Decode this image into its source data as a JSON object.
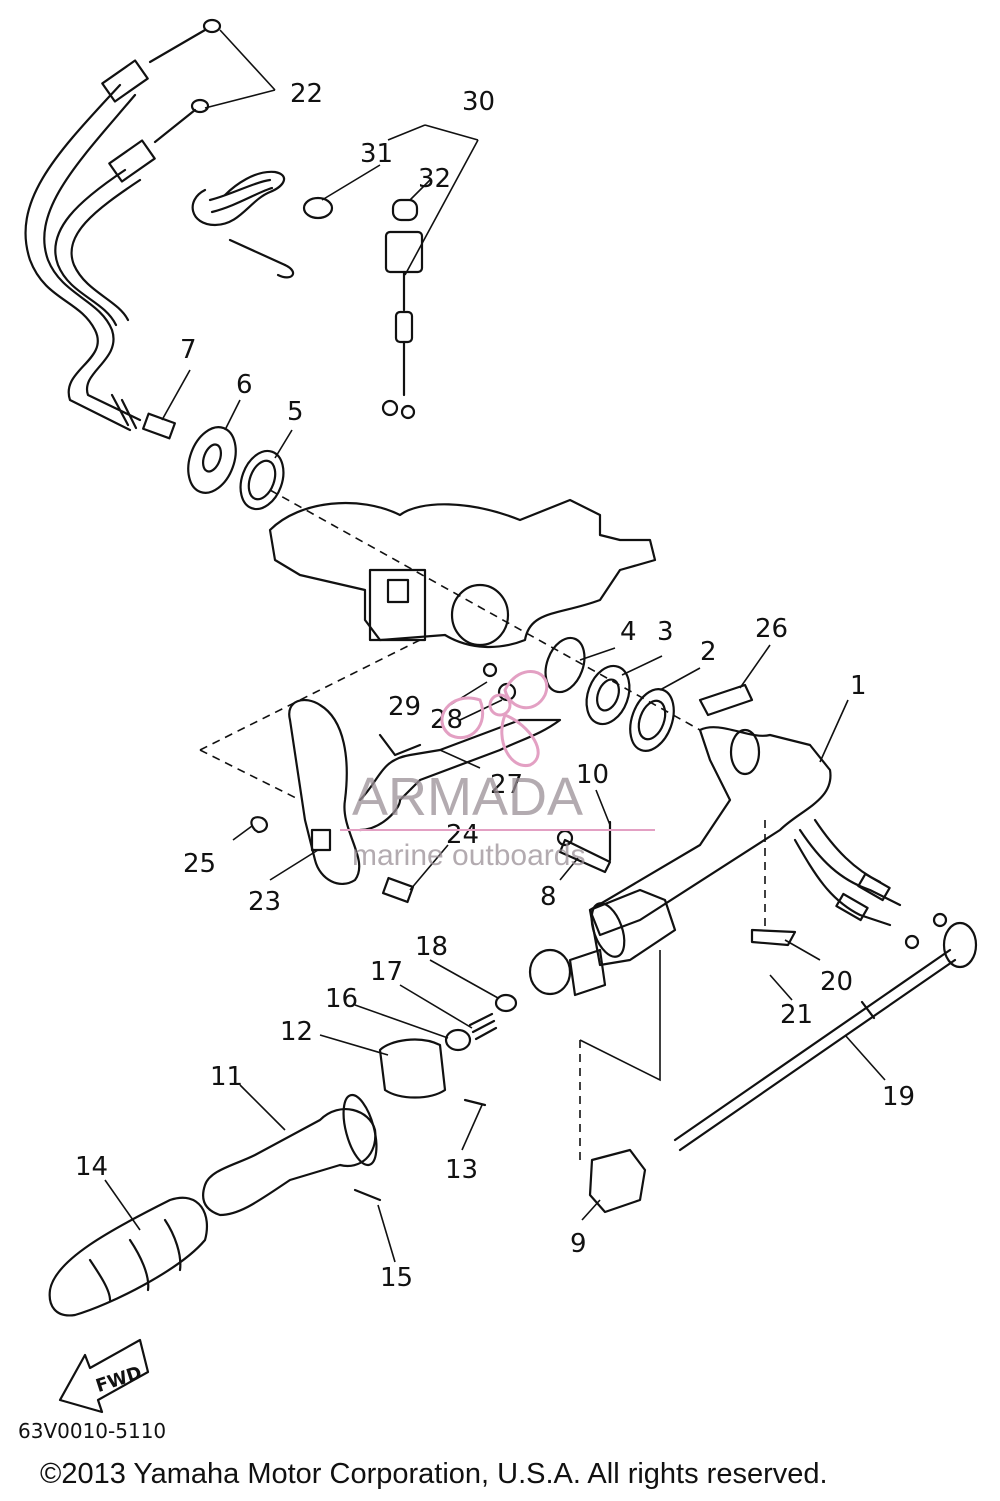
{
  "callouts": [
    "22",
    "30",
    "31",
    "32",
    "7",
    "6",
    "5",
    "4",
    "3",
    "2",
    "26",
    "1",
    "29",
    "28",
    "27",
    "10",
    "25",
    "24",
    "23",
    "8",
    "9",
    "20",
    "21",
    "19",
    "18",
    "17",
    "16",
    "12",
    "11",
    "13",
    "14",
    "15"
  ],
  "fwd_label": "FWD",
  "watermark": {
    "brand": "ARMADA",
    "tagline": "marine outboards",
    "color": "#e3a0c3"
  },
  "diagram_code": "63V0010-5110",
  "copyright": "©2013 Yamaha Motor Corporation, U.S.A. All rights reserved."
}
